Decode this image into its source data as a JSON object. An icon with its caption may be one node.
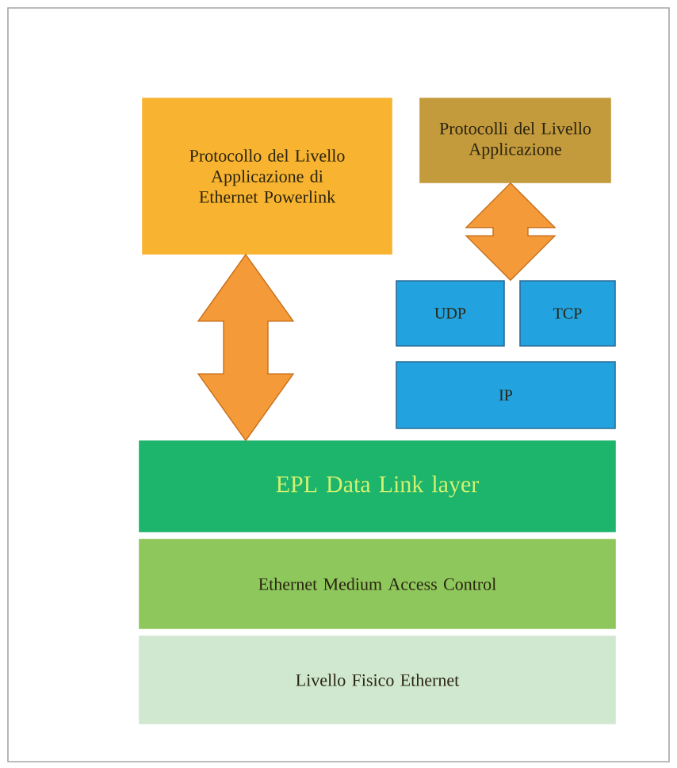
{
  "diagram": {
    "nodes": [
      {
        "text": [
          "Protocollo del Livello Applicazione di Ethernet Powerlink"
        ]
      },
      {
        "text": [
          "Protocolli del Livello Applicazione"
        ]
      },
      {
        "text": [
          "UDP"
        ]
      },
      {
        "text": [
          "TCP"
        ]
      },
      {
        "text": [
          "IP"
        ]
      },
      {
        "text": [
          "EPL Data Link layer"
        ]
      },
      {
        "text": [
          "Ethernet Medium Access Control"
        ]
      },
      {
        "text": [
          "Livello Fisico Ethernet"
        ]
      }
    ],
    "edges": [
      {
        "from": 0,
        "to": 5,
        "arrow": "both"
      },
      {
        "from": 1,
        "to": 2,
        "arrow": "both"
      },
      {
        "from": 1,
        "to": 3,
        "arrow": "both"
      }
    ]
  }
}
